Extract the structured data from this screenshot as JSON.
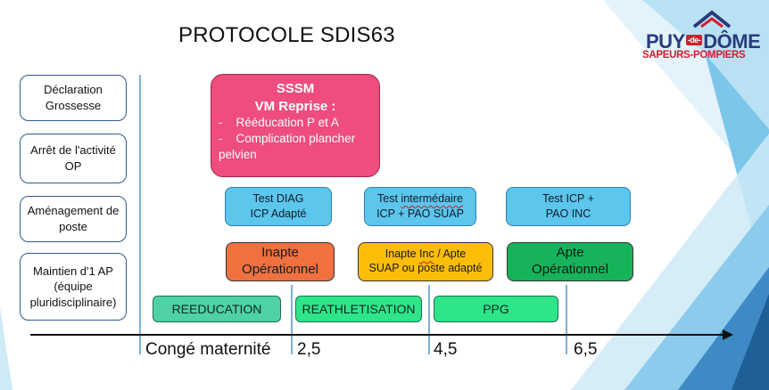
{
  "title": "PROTOCOLE SDIS63",
  "logo": {
    "line1_a": "PUY",
    "line1_de": "-de-",
    "line1_b": "DÔME",
    "line2": "SAPEURS-POMPIERS"
  },
  "left_boxes": [
    {
      "text": "Déclaration Grossesse"
    },
    {
      "text": "Arrêt de l'activité OP"
    },
    {
      "text": "Aménagement de poste"
    },
    {
      "text": "Maintien d'1 AP (équipe pluridisciplinaire)"
    }
  ],
  "sssm": {
    "heading1": "SSSM",
    "heading2": "VM Reprise :",
    "items": [
      "Rééducation P et A",
      "Complication plancher pelvien"
    ]
  },
  "tests": [
    {
      "line1": "Test DIAG",
      "line2": "ICP Adapté"
    },
    {
      "line1a": "Test ",
      "line1b": "intermédaire",
      "line2": "ICP + PAO SUAP"
    },
    {
      "line1": "Test ICP +",
      "line2": "PAO INC"
    }
  ],
  "statuses": [
    {
      "line1": "Inapte",
      "line2": "Opérationnel",
      "color": "#f07040"
    },
    {
      "line1a": "Inapte ",
      "line1b": "Inc",
      "line1c": " / Apte",
      "line2": "SUAP ou poste adapté",
      "color": "#fbbd08"
    },
    {
      "line1": "Apte",
      "line2": "Opérationnel",
      "color": "#17b35a"
    }
  ],
  "phases": [
    {
      "label": "REEDUCATION",
      "color": "#4fd1a6"
    },
    {
      "label": "REATHLETISATION",
      "color": "#2ee58a"
    },
    {
      "label": "PPG",
      "color": "#2ee58a"
    }
  ],
  "axis": {
    "start_label": "Congé maternité",
    "ticks": [
      "2,5",
      "4,5",
      "6,5"
    ]
  },
  "colors": {
    "sssm": "#ee4d7e",
    "test": "#5cc6ec",
    "decor_light": "#cfeaf7",
    "decor_mid": "#7cc6ea",
    "decor_dark": "#2d7ab8"
  }
}
